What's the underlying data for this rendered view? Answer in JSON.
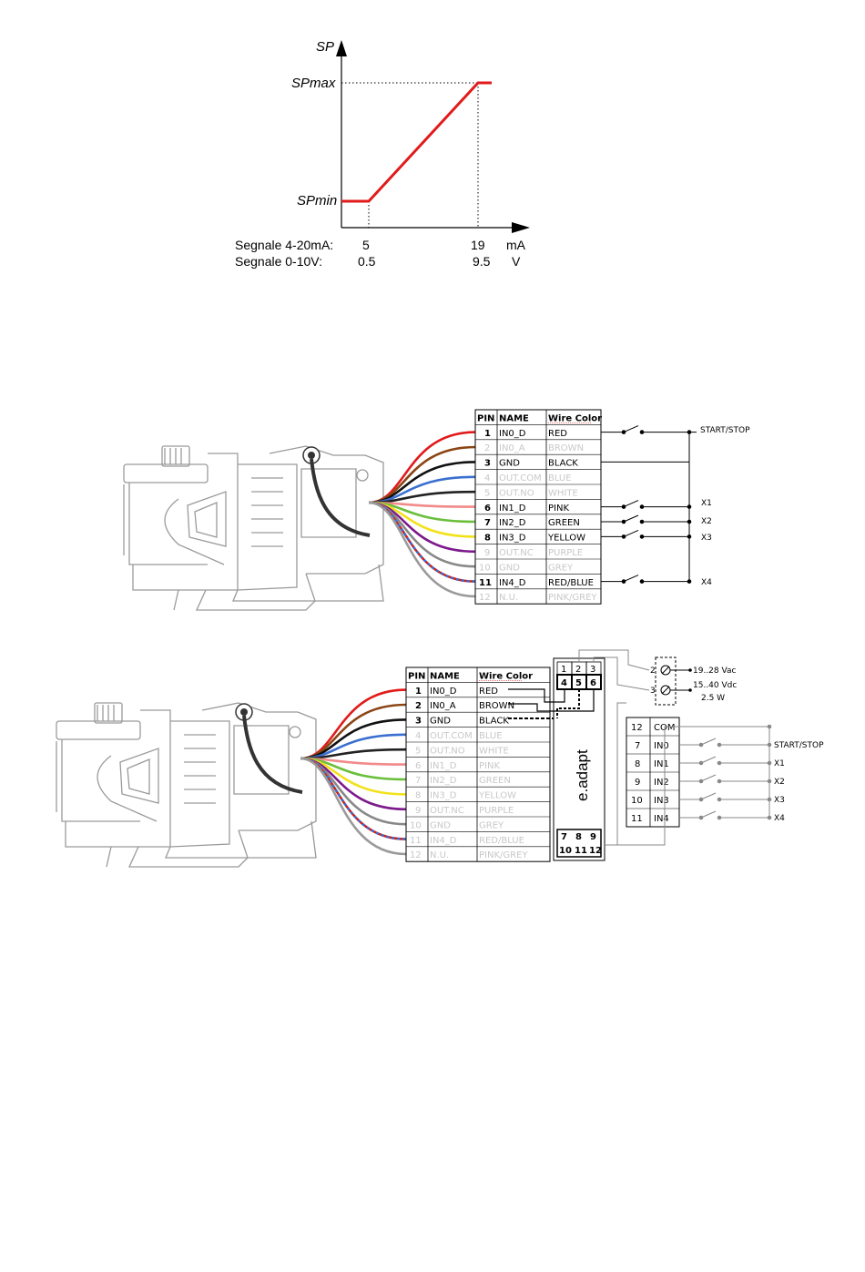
{
  "graph": {
    "axis_y": "SP",
    "sp_max": "SPmax",
    "sp_min": "SPmin",
    "signal_rows": [
      {
        "label": "Segnale 4-20mA:",
        "v1": "5",
        "v2": "19",
        "unit": "mA"
      },
      {
        "label": "Segnale 0-10V:",
        "v1": "0.5",
        "v2": "9.5",
        "unit": "V"
      }
    ]
  },
  "pin_table": {
    "headers": [
      "PIN",
      "NAME",
      "Wire Color"
    ],
    "rows": [
      {
        "pin": "1",
        "name": "IN0_D",
        "color": "RED",
        "hex": "#e11b1b"
      },
      {
        "pin": "2",
        "name": "IN0_A",
        "color": "BROWN",
        "hex": "#8b4513"
      },
      {
        "pin": "3",
        "name": "GND",
        "color": "BLACK",
        "hex": "#111111"
      },
      {
        "pin": "4",
        "name": "OUT.COM",
        "color": "BLUE",
        "hex": "#3a6fd0"
      },
      {
        "pin": "5",
        "name": "OUT.NO",
        "color": "WHITE",
        "hex": "#222222"
      },
      {
        "pin": "6",
        "name": "IN1_D",
        "color": "PINK",
        "hex": "#f28a8a"
      },
      {
        "pin": "7",
        "name": "IN2_D",
        "color": "GREEN",
        "hex": "#6abf3a"
      },
      {
        "pin": "8",
        "name": "IN3_D",
        "color": "YELLOW",
        "hex": "#f2e21a"
      },
      {
        "pin": "9",
        "name": "OUT.NC",
        "color": "PURPLE",
        "hex": "#7d1a8c"
      },
      {
        "pin": "10",
        "name": "GND",
        "color": "GREY",
        "hex": "#888888"
      },
      {
        "pin": "11",
        "name": "IN4_D",
        "color": "RED/BLUE",
        "hex": "#d0201b"
      },
      {
        "pin": "12",
        "name": "N.U.",
        "color": "PINK/GREY",
        "hex": "#9a9a9a"
      }
    ]
  },
  "diagram1": {
    "active_rows": [
      0,
      2,
      5,
      6,
      7,
      10
    ],
    "labels": {
      "start_stop": "START/STOP",
      "x1": "X1",
      "x2": "X2",
      "x3": "X3",
      "x4": "X4"
    }
  },
  "diagram2": {
    "active_rows": [
      0,
      1,
      2
    ],
    "eadapt": {
      "title": "e.adapt",
      "top_pins": [
        "1",
        "2",
        "3"
      ],
      "mid_pins": [
        "4",
        "5",
        "6"
      ],
      "bottom_row1": [
        "7",
        "8",
        "9"
      ],
      "bottom_row2": [
        "10",
        "11",
        "12"
      ]
    },
    "supply": {
      "pin_a": "2",
      "pin_b": "3",
      "ac": "19..28 Vac",
      "dc": "15..40 Vdc",
      "power": "2.5 W"
    },
    "terminal_rows": [
      {
        "num": "12",
        "name": "COM"
      },
      {
        "num": "7",
        "name": "IN0"
      },
      {
        "num": "8",
        "name": "IN1"
      },
      {
        "num": "9",
        "name": "IN2"
      },
      {
        "num": "10",
        "name": "IN3"
      },
      {
        "num": "11",
        "name": "IN4"
      }
    ],
    "labels": {
      "start_stop": "START/STOP",
      "x1": "X1",
      "x2": "X2",
      "x3": "X3",
      "x4": "X4"
    }
  }
}
